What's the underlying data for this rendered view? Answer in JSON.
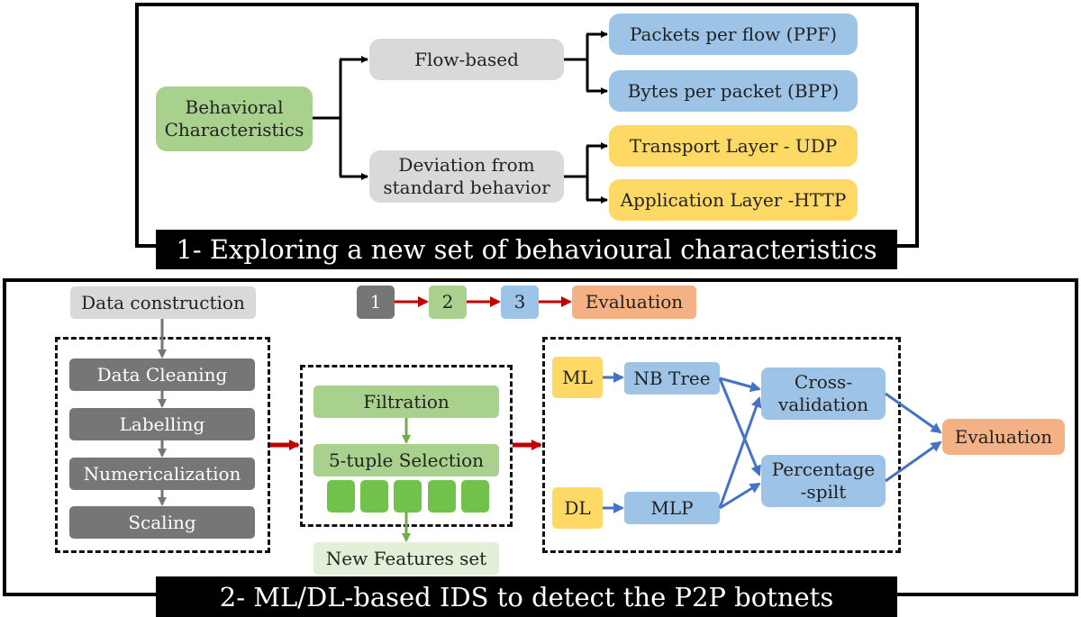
{
  "section1": {
    "banner": "1- Exploring a new set of behavioural characteristics",
    "root": {
      "line1": "Behavioral",
      "line2": "Characteristics"
    },
    "flow_based": "Flow-based",
    "deviation": {
      "line1": "Deviation from",
      "line2": "standard behavior"
    },
    "ppf": "Packets per flow (PPF)",
    "bpp": "Bytes per packet (BPP)",
    "udp": "Transport Layer - UDP",
    "http": "Application Layer -HTTP"
  },
  "section2": {
    "banner": "2- ML/DL-based IDS to detect the P2P botnets",
    "data_construction": "Data construction",
    "steps": [
      "Data Cleaning",
      "Labelling",
      "Numericalization",
      "Scaling"
    ],
    "legend": {
      "s1": "1",
      "s2": "2",
      "s3": "3",
      "evaluation": "Evaluation"
    },
    "filtration": "Filtration",
    "selection": "5-tuple Selection",
    "new_features": "New Features set",
    "ml": "ML",
    "dl": "DL",
    "nbtree": "NB Tree",
    "mlp": "MLP",
    "cross": {
      "line1": "Cross-",
      "line2": "validation"
    },
    "percentage": {
      "line1": "Percentage",
      "line2": "-spilt"
    },
    "evaluation": "Evaluation"
  },
  "colors": {
    "green": "#a9d18e",
    "gray": "#d9d9d9",
    "blue": "#9dc3e6",
    "yellow": "#ffd966",
    "dark_gray": "#767676",
    "pale_green": "#e2f0d9",
    "orange": "#f4b183",
    "red_arrow": "#c00000",
    "blue_line": "#4472c4",
    "green_arrow": "#70ad47"
  }
}
